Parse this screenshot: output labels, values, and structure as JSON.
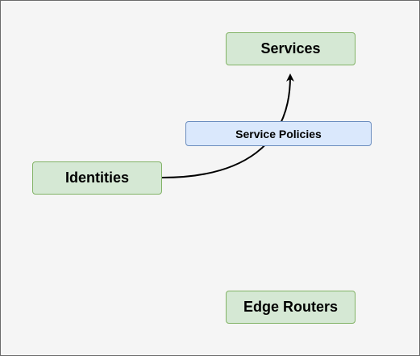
{
  "diagram": {
    "nodes": {
      "services": {
        "label": "Services"
      },
      "identities": {
        "label": "Identities"
      },
      "edge_routers": {
        "label": "Edge Routers"
      },
      "service_policies": {
        "label": "Service Policies"
      }
    },
    "edges": [
      {
        "from": "identities",
        "to": "services",
        "label_node": "service_policies",
        "arrow": "end"
      }
    ],
    "colors": {
      "canvas_bg": "#f5f5f5",
      "green_fill": "#d5e8d4",
      "green_stroke": "#82b366",
      "blue_fill": "#dae8fc",
      "blue_stroke": "#6c8ebf",
      "edge_stroke": "#000000"
    }
  }
}
